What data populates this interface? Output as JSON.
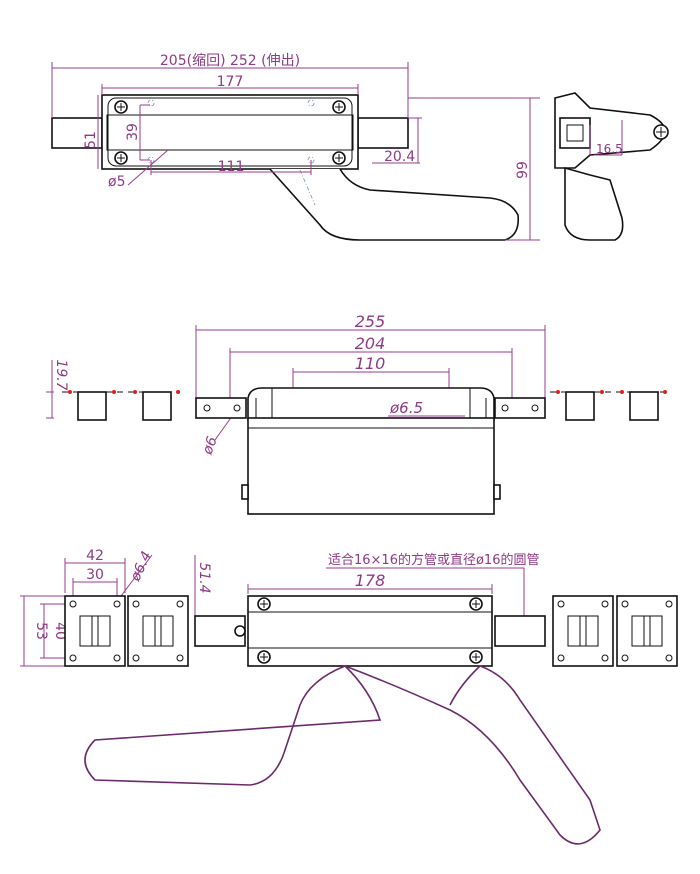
{
  "colors": {
    "dimension": "#9a3d8e",
    "outline": "#111111",
    "centerline": "#7a8fc0"
  },
  "top_view": {
    "overall_length": "205(缩回) 252 (伸出)",
    "body_length": "177",
    "height": "51",
    "hole_spacing_v": "39",
    "hole_spacing_h": "111",
    "hole_dia": "ø5",
    "bolt_size": "20.4"
  },
  "side_view": {
    "height": "99",
    "bolt_size": "16.5"
  },
  "front_view": {
    "overall": "255",
    "mount_span": "204",
    "inner_span": "110",
    "hole_dia": "ø6.5",
    "bracket_height": "19.7",
    "bracket_hole": "ø6"
  },
  "bottom_view": {
    "plate_width": "42",
    "plate_hole_span": "30",
    "plate_hole_dia": "ø6.4",
    "plate_height": "53",
    "plate_hole_height": "40",
    "bolt_height": "51.4",
    "body_length": "178",
    "note": "适合16×16的方管或直径ø16的圆管"
  }
}
